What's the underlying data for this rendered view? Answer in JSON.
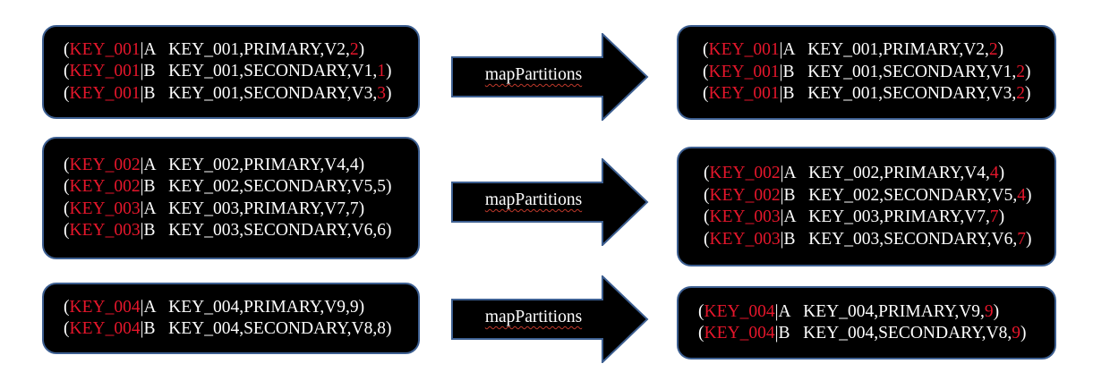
{
  "rows": [
    {
      "input": [
        {
          "open": "(",
          "key": "KEY_001",
          "rest": "|A   KEY_001,PRIMARY,V2,",
          "num": "2",
          "close": ")"
        },
        {
          "open": "(",
          "key": "KEY_001",
          "rest": "|B   KEY_001,SECONDARY,V1,",
          "num": "1",
          "close": ")"
        },
        {
          "open": "(",
          "key": "KEY_001",
          "rest": "|B   KEY_001,SECONDARY,V3,",
          "num": "3",
          "close": ")"
        }
      ],
      "arrow_label": "mapPartitions",
      "output": [
        {
          "open": "(",
          "key": "KEY_001",
          "rest": "|A   KEY_001,PRIMARY,V2,",
          "num": "2",
          "close": ")"
        },
        {
          "open": "(",
          "key": "KEY_001",
          "rest": "|B   KEY_001,SECONDARY,V1,",
          "num": "2",
          "close": ")"
        },
        {
          "open": "(",
          "key": "KEY_001",
          "rest": "|B   KEY_001,SECONDARY,V3,",
          "num": "2",
          "close": ")"
        }
      ]
    },
    {
      "input": [
        {
          "open": "(",
          "key": "KEY_002",
          "rest": "|A   KEY_002,PRIMARY,V4,4)",
          "num": "",
          "close": ""
        },
        {
          "open": "(",
          "key": "KEY_002",
          "rest": "|B   KEY_002,SECONDARY,V5,5)",
          "num": "",
          "close": ""
        },
        {
          "open": "(",
          "key": "KEY_003",
          "rest": "|A   KEY_003,PRIMARY,V7,7)",
          "num": "",
          "close": ""
        },
        {
          "open": "(",
          "key": "KEY_003",
          "rest": "|B   KEY_003,SECONDARY,V6,6)",
          "num": "",
          "close": ""
        }
      ],
      "arrow_label": "mapPartitions",
      "output": [
        {
          "open": "(",
          "key": "KEY_002",
          "rest": "|A   KEY_002,PRIMARY,V4,",
          "num": "4",
          "close": ")"
        },
        {
          "open": "(",
          "key": "KEY_002",
          "rest": "|B   KEY_002,SECONDARY,V5,",
          "num": "4",
          "close": ")"
        },
        {
          "open": "(",
          "key": "KEY_003",
          "rest": "|A   KEY_003,PRIMARY,V7,",
          "num": "7",
          "close": ")"
        },
        {
          "open": "(",
          "key": "KEY_003",
          "rest": "|B   KEY_003,SECONDARY,V6,",
          "num": "7",
          "close": ")"
        }
      ]
    },
    {
      "input": [
        {
          "open": "(",
          "key": "KEY_004",
          "rest": "|A   KEY_004,PRIMARY,V9,9)",
          "num": "",
          "close": ""
        },
        {
          "open": "(",
          "key": "KEY_004",
          "rest": "|B   KEY_004,SECONDARY,V8,8)",
          "num": "",
          "close": ""
        }
      ],
      "arrow_label": "mapPartitions",
      "output": [
        {
          "open": "(",
          "key": "KEY_004",
          "rest": "|A   KEY_004,PRIMARY,V9,",
          "num": "9",
          "close": ")"
        },
        {
          "open": "(",
          "key": "KEY_004",
          "rest": "|B   KEY_004,SECONDARY,V8,",
          "num": "9",
          "close": ")"
        }
      ]
    }
  ],
  "colors": {
    "box_fill": "#000000",
    "box_border": "#3d5f91",
    "key_red": "#e5162b",
    "text": "#ffffff"
  }
}
